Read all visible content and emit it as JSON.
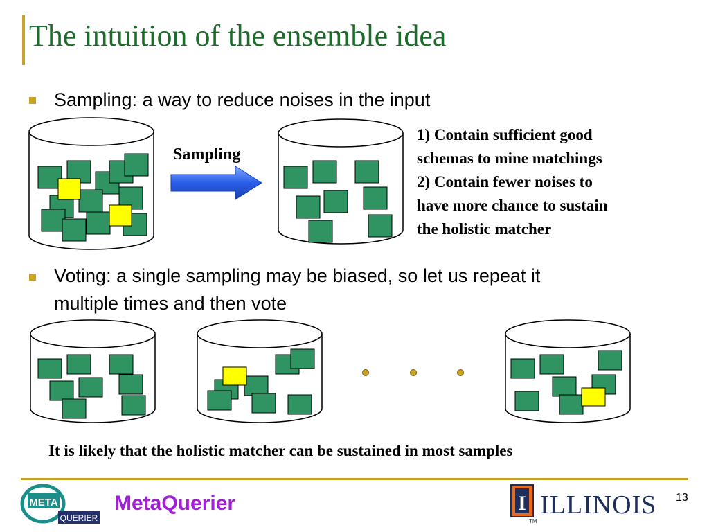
{
  "slide": {
    "title": "The intuition of the ensemble idea",
    "bullet1": "Sampling: a way to reduce noises in the input",
    "arrow_label": "Sampling",
    "note_lines": [
      "1) Contain sufficient good",
      "schemas to mine matchings",
      "2) Contain fewer noises to",
      "have more chance to sustain",
      "the holistic matcher"
    ],
    "bullet2_lines": [
      "Voting: a single sampling may be biased, so let us repeat it",
      "multiple times and then vote"
    ],
    "conclusion": "It is likely that the holistic matcher can be sustained in most samples",
    "page_number": "13"
  },
  "footer": {
    "metaquerier_logo_top": "META",
    "metaquerier_logo_bottom": "QUERIER",
    "metaquerier_label": "MetaQuerier",
    "illinois_label": "ILLINOIS",
    "illinois_mark": "I",
    "tm": "TM"
  },
  "colors": {
    "title": "#1c6b2a",
    "accent": "#c9a227",
    "schema_good": "#2f9462",
    "schema_noise": "#ffff00",
    "arrow": "#2a5ee8",
    "metaquerier": "#a21fd6",
    "illinois": "#1f2f5c"
  }
}
